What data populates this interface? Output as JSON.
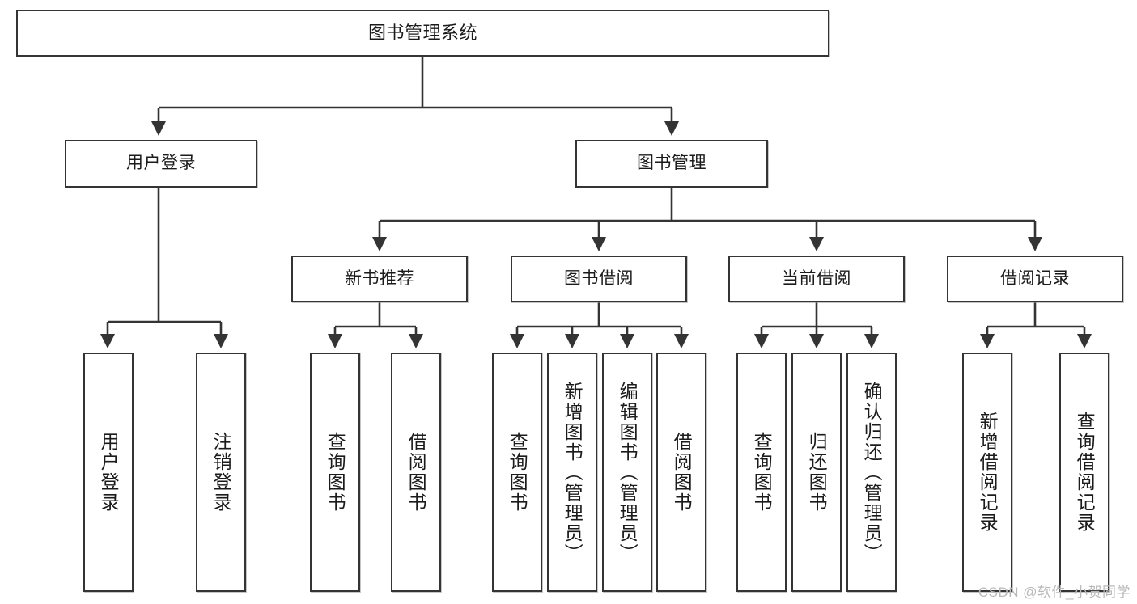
{
  "diagram": {
    "title": "图书管理系统",
    "type": "tree-hierarchy-diagram",
    "colors": {
      "box_border": "#343434",
      "box_fill": "#ffffff",
      "edge": "#343434",
      "text": "#1b1b1b",
      "watermark": "#b9b9b9"
    },
    "root": {
      "label": "图书管理系统"
    },
    "level2": [
      {
        "label": "用户登录"
      },
      {
        "label": "图书管理"
      }
    ],
    "level3": [
      {
        "label": "新书推荐"
      },
      {
        "label": "图书借阅"
      },
      {
        "label": "当前借阅"
      },
      {
        "label": "借阅记录"
      }
    ],
    "leaves": {
      "user_login": [
        {
          "label": "用户登录"
        },
        {
          "label": "注销登录"
        }
      ],
      "new_book_recommend": [
        {
          "label": "查询图书"
        },
        {
          "label": "借阅图书"
        }
      ],
      "book_borrow": [
        {
          "label": "查询图书"
        },
        {
          "label": "新增图书（管理员）"
        },
        {
          "label": "编辑图书（管理员）"
        },
        {
          "label": "借阅图书"
        }
      ],
      "current_borrow": [
        {
          "label": "查询图书"
        },
        {
          "label": "归还图书"
        },
        {
          "label": "确认归还（管理员）"
        }
      ],
      "borrow_records": [
        {
          "label": "新增借阅记录"
        },
        {
          "label": "查询借阅记录"
        }
      ]
    }
  },
  "watermark": {
    "text": "CSDN @软件_小贺同学"
  }
}
